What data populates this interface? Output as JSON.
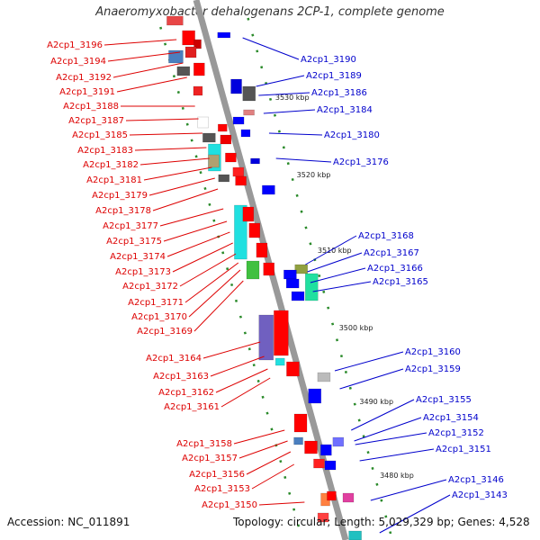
{
  "title": "Anaeromyxobacter dehalogenans 2CP-1, complete genome",
  "footer": {
    "accession": "Accession: NC_011891",
    "topology": "Topology: circular; Length: 5,029,329 bp; Genes: 4,528"
  },
  "colors": {
    "left_label": "#dd0000",
    "right_label": "#0000cc",
    "backbone": "#999999",
    "tick": "#2a8a2a"
  },
  "left_labels": [
    "A2cp1_3196",
    "A2cp1_3194",
    "A2cp1_3192",
    "A2cp1_3191",
    "A2cp1_3188",
    "A2cp1_3187",
    "A2cp1_3185",
    "A2cp1_3183",
    "A2cp1_3182",
    "A2cp1_3181",
    "A2cp1_3179",
    "A2cp1_3178",
    "A2cp1_3177",
    "A2cp1_3175",
    "A2cp1_3174",
    "A2cp1_3173",
    "A2cp1_3172",
    "A2cp1_3171",
    "A2cp1_3170",
    "A2cp1_3169",
    "A2cp1_3164",
    "A2cp1_3163",
    "A2cp1_3162",
    "A2cp1_3161",
    "A2cp1_3158",
    "A2cp1_3157",
    "A2cp1_3156",
    "A2cp1_3153",
    "A2cp1_3150"
  ],
  "right_labels": [
    "A2cp1_3190",
    "A2cp1_3189",
    "A2cp1_3186",
    "A2cp1_3184",
    "A2cp1_3180",
    "A2cp1_3176",
    "A2cp1_3168",
    "A2cp1_3167",
    "A2cp1_3166",
    "A2cp1_3165",
    "A2cp1_3160",
    "A2cp1_3159",
    "A2cp1_3155",
    "A2cp1_3154",
    "A2cp1_3152",
    "A2cp1_3151",
    "A2cp1_3146",
    "A2cp1_3143"
  ],
  "kbp_labels": [
    "3530 kbp",
    "3520 kbp",
    "3510 kbp",
    "3500 kbp",
    "3490 kbp",
    "3480 kbp"
  ]
}
